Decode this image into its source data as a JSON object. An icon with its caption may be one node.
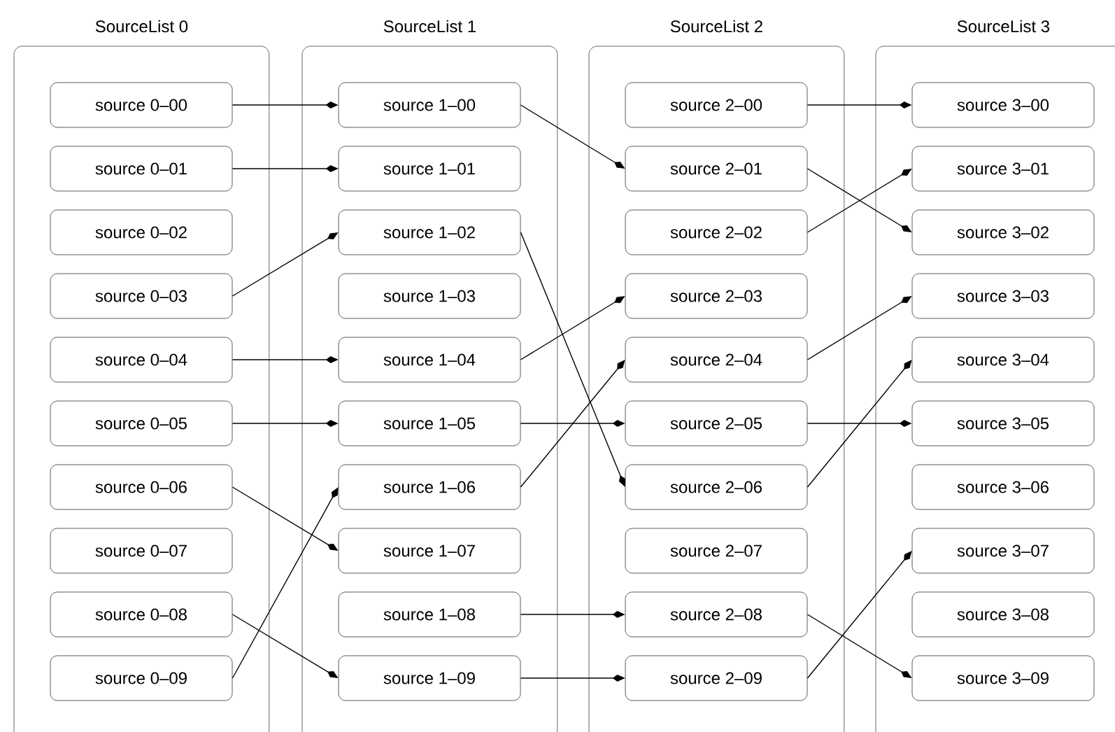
{
  "diagram": {
    "nodes": [
      {
        "text": [
          "SourceList 0"
        ]
      },
      {
        "text": [
          "source 0–00"
        ],
        "in": 0
      },
      {
        "text": [
          "source 0–01"
        ],
        "in": 0
      },
      {
        "text": [
          "source 0–02"
        ],
        "in": 0
      },
      {
        "text": [
          "source 0–03"
        ],
        "in": 0
      },
      {
        "text": [
          "source 0–04"
        ],
        "in": 0
      },
      {
        "text": [
          "source 0–05"
        ],
        "in": 0
      },
      {
        "text": [
          "source 0–06"
        ],
        "in": 0
      },
      {
        "text": [
          "source 0–07"
        ],
        "in": 0
      },
      {
        "text": [
          "source 0–08"
        ],
        "in": 0
      },
      {
        "text": [
          "source 0–09"
        ],
        "in": 0
      },
      {
        "text": [
          "SourceList 1"
        ]
      },
      {
        "text": [
          "source 1–00"
        ],
        "in": 11
      },
      {
        "text": [
          "source 1–01"
        ],
        "in": 11
      },
      {
        "text": [
          "source 1–02"
        ],
        "in": 11
      },
      {
        "text": [
          "source 1–03"
        ],
        "in": 11
      },
      {
        "text": [
          "source 1–04"
        ],
        "in": 11
      },
      {
        "text": [
          "source 1–05"
        ],
        "in": 11
      },
      {
        "text": [
          "source 1–06"
        ],
        "in": 11
      },
      {
        "text": [
          "source 1–07"
        ],
        "in": 11
      },
      {
        "text": [
          "source 1–08"
        ],
        "in": 11
      },
      {
        "text": [
          "source 1–09"
        ],
        "in": 11
      },
      {
        "text": [
          "SourceList 2"
        ]
      },
      {
        "text": [
          "source 2–00"
        ],
        "in": 22
      },
      {
        "text": [
          "source 2–01"
        ],
        "in": 22
      },
      {
        "text": [
          "source 2–02"
        ],
        "in": 22
      },
      {
        "text": [
          "source 2–03"
        ],
        "in": 22
      },
      {
        "text": [
          "source 2–04"
        ],
        "in": 22
      },
      {
        "text": [
          "source 2–05"
        ],
        "in": 22
      },
      {
        "text": [
          "source 2–06"
        ],
        "in": 22
      },
      {
        "text": [
          "source 2–07"
        ],
        "in": 22
      },
      {
        "text": [
          "source 2–08"
        ],
        "in": 22
      },
      {
        "text": [
          "source 2–09"
        ],
        "in": 22
      },
      {
        "text": [
          "SourceList 3"
        ]
      },
      {
        "text": [
          "source 3–00"
        ],
        "in": 33
      },
      {
        "text": [
          "source 3–01"
        ],
        "in": 33
      },
      {
        "text": [
          "source 3–02"
        ],
        "in": 33
      },
      {
        "text": [
          "source 3–03"
        ],
        "in": 33
      },
      {
        "text": [
          "source 3–04"
        ],
        "in": 33
      },
      {
        "text": [
          "source 3–05"
        ],
        "in": 33
      },
      {
        "text": [
          "source 3–06"
        ],
        "in": 33
      },
      {
        "text": [
          "source 3–07"
        ],
        "in": 33
      },
      {
        "text": [
          "source 3–08"
        ],
        "in": 33
      },
      {
        "text": [
          "source 3–09"
        ],
        "in": 33
      }
    ],
    "edges": [
      {
        "from": 1,
        "to": 12,
        "arrow": "to"
      },
      {
        "from": 2,
        "to": 13,
        "arrow": "to"
      },
      {
        "from": 4,
        "to": 14,
        "arrow": "to"
      },
      {
        "from": 5,
        "to": 16,
        "arrow": "to"
      },
      {
        "from": 6,
        "to": 17,
        "arrow": "to"
      },
      {
        "from": 7,
        "to": 19,
        "arrow": "to"
      },
      {
        "from": 9,
        "to": 21,
        "arrow": "to"
      },
      {
        "from": 10,
        "to": 18,
        "arrow": "to"
      },
      {
        "from": 12,
        "to": 24,
        "arrow": "to"
      },
      {
        "from": 14,
        "to": 29,
        "arrow": "to"
      },
      {
        "from": 16,
        "to": 26,
        "arrow": "to"
      },
      {
        "from": 17,
        "to": 28,
        "arrow": "to"
      },
      {
        "from": 18,
        "to": 27,
        "arrow": "to"
      },
      {
        "from": 20,
        "to": 31,
        "arrow": "to"
      },
      {
        "from": 21,
        "to": 32,
        "arrow": "to"
      },
      {
        "from": 23,
        "to": 34,
        "arrow": "to"
      },
      {
        "from": 24,
        "to": 36,
        "arrow": "to"
      },
      {
        "from": 25,
        "to": 35,
        "arrow": "to"
      },
      {
        "from": 27,
        "to": 37,
        "arrow": "to"
      },
      {
        "from": 28,
        "to": 39,
        "arrow": "to"
      },
      {
        "from": 29,
        "to": 38,
        "arrow": "to"
      },
      {
        "from": 31,
        "to": 43,
        "arrow": "to"
      },
      {
        "from": 32,
        "to": 41,
        "arrow": "to"
      }
    ]
  }
}
